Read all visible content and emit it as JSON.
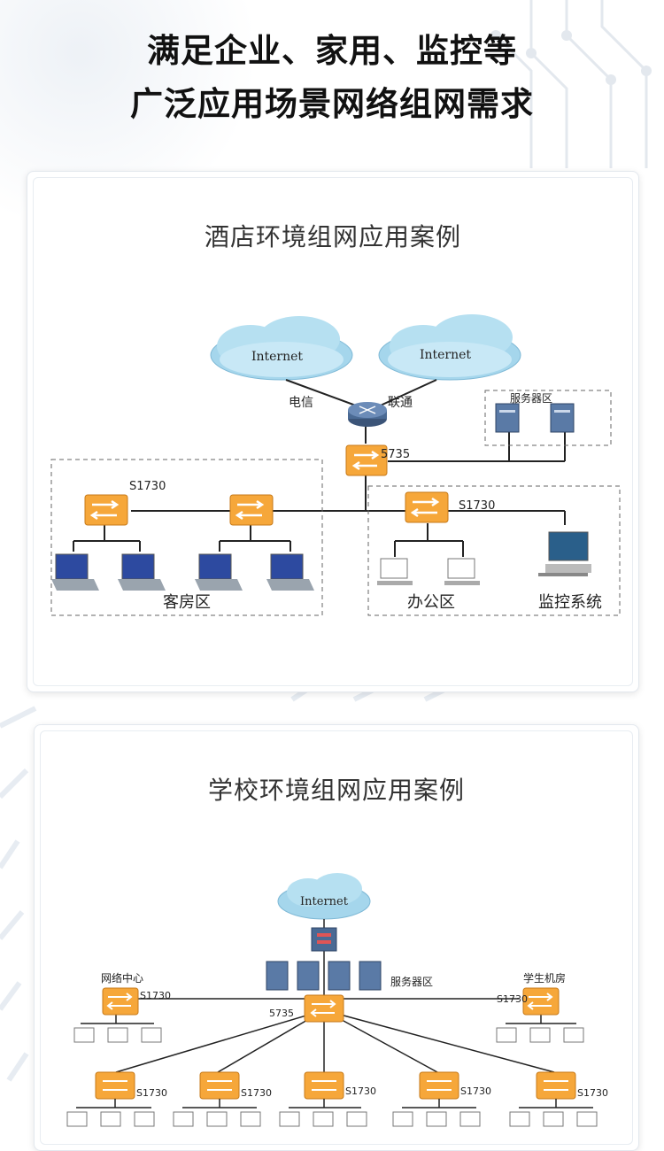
{
  "headline": {
    "line1": "满足企业、家用、监控等",
    "line2": "广泛应用场景网络组网需求"
  },
  "hotel": {
    "title": "酒店环境组网应用案例",
    "internet1": "Internet",
    "internet2": "Internet",
    "isp1": "电信",
    "isp2": "联通",
    "core_switch": "5735",
    "server_zone": "服务器区",
    "switch_a": "S1730",
    "switch_c": "S1730",
    "guest_zone": "客房区",
    "office_zone": "办公区",
    "monitor_zone": "监控系统"
  },
  "school": {
    "title": "学校环境组网应用案例",
    "internet": "Internet",
    "server_zone": "服务器区",
    "core_switch": "5735",
    "net_center": "网络中心",
    "net_center_switch": "S1730",
    "student_lab": "学生机房",
    "student_lab_switch": "S1730",
    "branch_switches": [
      "S1730",
      "S1730",
      "S1730",
      "S1730",
      "S1730"
    ]
  }
}
